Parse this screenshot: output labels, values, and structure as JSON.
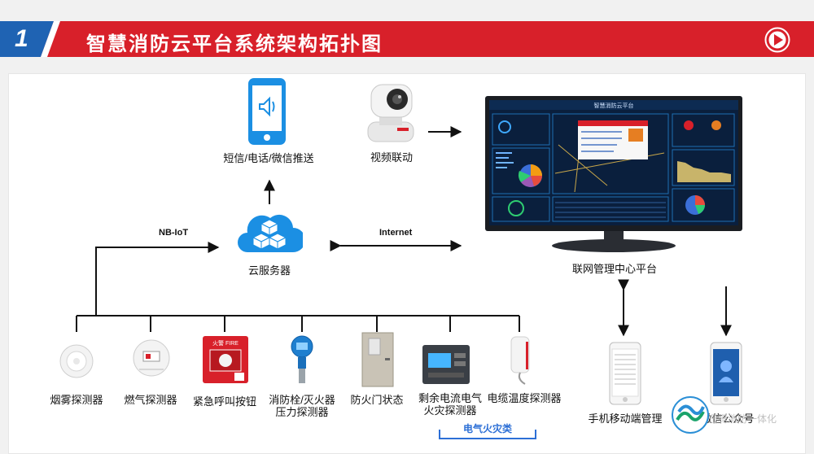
{
  "header": {
    "number": "1",
    "title": "智慧消防云平台系统架构拓扑图",
    "play_icon": "play-circle-icon",
    "colors": {
      "red": "#d8202a",
      "blue": "#1f63b3"
    }
  },
  "top_nodes": {
    "phone_push": "短信/电话/微信推送",
    "video_link": "视频联动",
    "cloud_server": "云服务器",
    "center_platform": "联网管理中心平台"
  },
  "connections": {
    "nb_iot": "NB-IoT",
    "internet": "Internet"
  },
  "monitor": {
    "title": "智慧消防云平台"
  },
  "devices": [
    {
      "label": "烟雾探测器",
      "icon": "smoke-detector-icon"
    },
    {
      "label": "燃气探测器",
      "icon": "gas-detector-icon"
    },
    {
      "label": "紧急呼叫按钮",
      "icon": "emergency-button-icon",
      "panel_text": "火警 FIRE"
    },
    {
      "label": "消防栓/灭火器\n压力探测器",
      "icon": "pressure-sensor-icon"
    },
    {
      "label": "防火门状态",
      "icon": "fire-door-icon"
    },
    {
      "label": "剩余电流电气\n火灾探测器",
      "icon": "electrical-detector-icon"
    },
    {
      "label": "电缆温度探测器",
      "icon": "cable-temp-icon"
    }
  ],
  "electrical_group": "电气火灾类",
  "mobile": {
    "app": "手机移动端管理",
    "wechat": "微信公众号"
  },
  "watermark": "迅腾消防一体化"
}
